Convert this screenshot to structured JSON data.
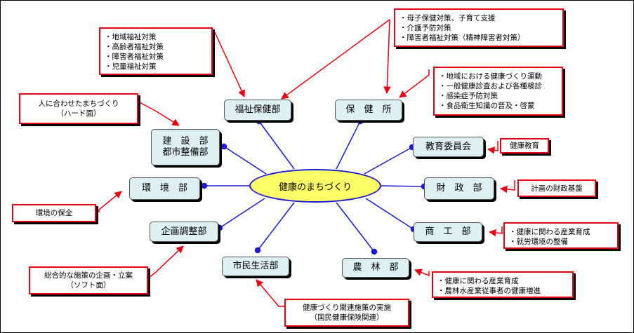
{
  "center_label": "健康のまちづくり",
  "departments": {
    "fukushi": "福祉保健部",
    "hoken": "保　健　所",
    "kensetsu": "建　設　部\n都市整備部",
    "kyoiku": "教育委員会",
    "kankyo": "環　境　部",
    "zaisei": "財　政　部",
    "kikaku": "企画調整部",
    "shoko": "商　工　部",
    "shimin": "市民生活部",
    "norin": "農　林　部"
  },
  "notes": {
    "fukushi_items": [
      "・地域福祉対策",
      "・高齢者福祉対策",
      "・障害者福祉対策",
      "・児童福祉対策"
    ],
    "boshi_items": [
      "・母子保健対策、子育て支援",
      "・介護予防対策",
      "・障害者福祉対策（精神障害者対策）"
    ],
    "hokenjo_items": [
      "・地域における健康づくり運動",
      "・一般健康診査および各種検診",
      "・感染症予防対策",
      "・食品衛生知識の普及・啓蒙"
    ],
    "kensetsu_lines": [
      "人に合わせたまちづくり",
      "（ハード面）"
    ],
    "kyoiku_text": "健康教育",
    "kankyo_text": "環境の保全",
    "zaisei_text": "計画の財政基盤",
    "kikaku_lines": [
      "総合的な施策の企画・立案",
      "（ソフト面）"
    ],
    "shoko_items": [
      "・健康に関わる産業育成",
      "・就労環境の整備"
    ],
    "shimin_lines": [
      "健康づくり関連施策の実施",
      "（国民健康保険関連）"
    ],
    "norin_items": [
      "・健康に関わる産業育成",
      "・農林水産業従事者の健康増進"
    ]
  },
  "colors": {
    "spoke": "#1a1ad6",
    "note_border": "#e60012",
    "arrow": "#e60012",
    "dept_fill": "#dff0f4",
    "hub_fill": "#ffff66"
  }
}
